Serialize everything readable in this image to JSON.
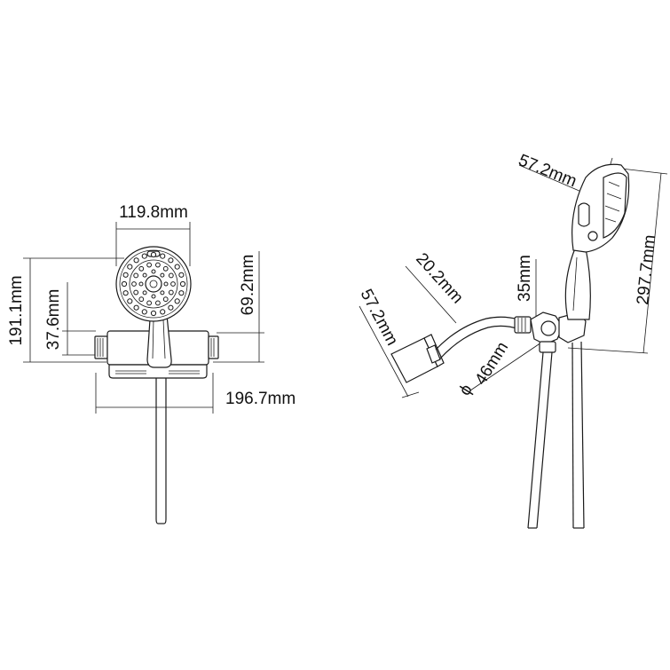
{
  "dimensions": {
    "front": {
      "head_width": "119.8mm",
      "overall_height": "191.1mm",
      "bracket_height": "37.6mm",
      "head_drop": "69.2mm",
      "bracket_width": "196.7mm"
    },
    "side": {
      "head_depth": "57.2mm",
      "overall_length": "297.7mm",
      "arm_offset": "20.2mm",
      "flange_diameter": "57.2mm",
      "holder_height": "35mm",
      "hose_diameter": "46mm",
      "diameter_symbol": "ϕ"
    }
  },
  "colors": {
    "line": "#1a1a1a",
    "background": "#ffffff"
  }
}
